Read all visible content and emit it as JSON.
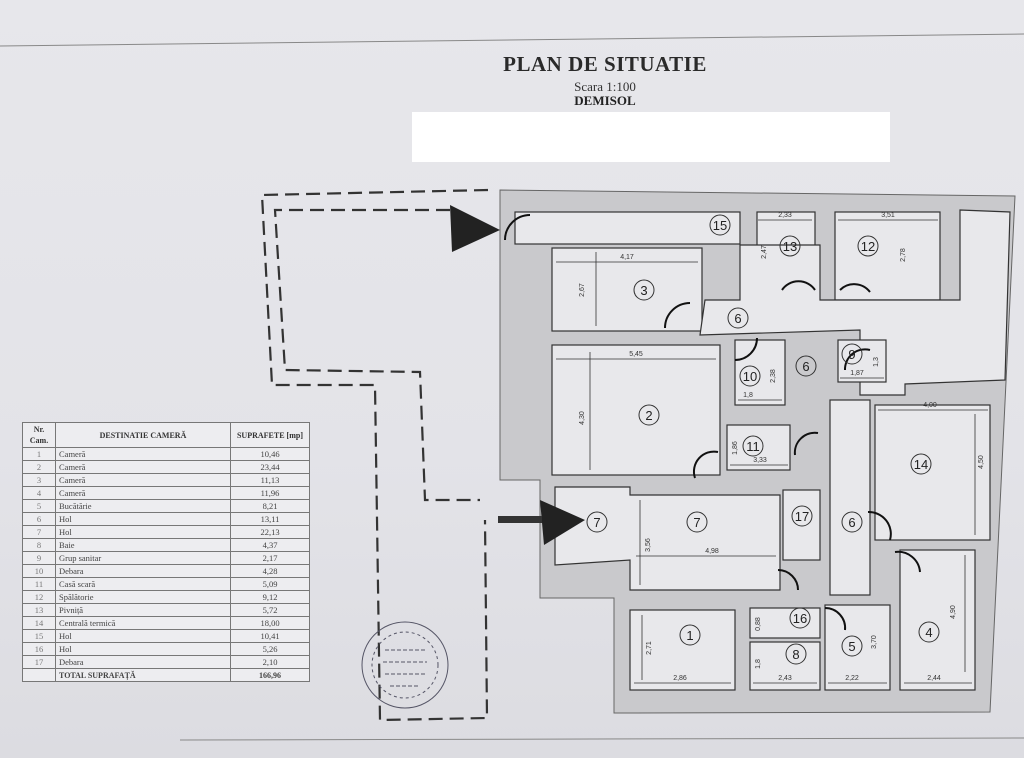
{
  "header": {
    "title": "PLAN DE SITUATIE",
    "scale": "Scara 1:100",
    "level": "DEMISOL"
  },
  "table": {
    "headers": [
      "Nr. Cam.",
      "DESTINATIE CAMERĂ",
      "SUPRAFETE [mp]"
    ],
    "rows": [
      {
        "nr": "1",
        "name": "Cameră",
        "area": "10,46"
      },
      {
        "nr": "2",
        "name": "Cameră",
        "area": "23,44"
      },
      {
        "nr": "3",
        "name": "Cameră",
        "area": "11,13"
      },
      {
        "nr": "4",
        "name": "Cameră",
        "area": "11,96"
      },
      {
        "nr": "5",
        "name": "Bucătărie",
        "area": "8,21"
      },
      {
        "nr": "6",
        "name": "Hol",
        "area": "13,11"
      },
      {
        "nr": "7",
        "name": "Hol",
        "area": "22,13"
      },
      {
        "nr": "8",
        "name": "Baie",
        "area": "4,37"
      },
      {
        "nr": "9",
        "name": "Grup sanitar",
        "area": "2,17"
      },
      {
        "nr": "10",
        "name": "Debara",
        "area": "4,28"
      },
      {
        "nr": "11",
        "name": "Casă scară",
        "area": "5,09"
      },
      {
        "nr": "12",
        "name": "Spălătorie",
        "area": "9,12"
      },
      {
        "nr": "13",
        "name": "Pivniță",
        "area": "5,72"
      },
      {
        "nr": "14",
        "name": "Centrală termică",
        "area": "18,00"
      },
      {
        "nr": "15",
        "name": "Hol",
        "area": "10,41"
      },
      {
        "nr": "16",
        "name": "Hol",
        "area": "5,26"
      },
      {
        "nr": "17",
        "name": "Debara",
        "area": "2,10"
      }
    ],
    "total_label": "TOTAL SUPRAFAȚĂ",
    "total_area": "166,96"
  },
  "plan": {
    "room_labels": [
      "1",
      "2",
      "3",
      "4",
      "5",
      "6",
      "6",
      "6",
      "7",
      "7",
      "8",
      "9",
      "10",
      "11",
      "12",
      "13",
      "14",
      "15",
      "16",
      "17"
    ],
    "dimensions": [
      "2,33",
      "3,51",
      "2,47",
      "2,78",
      "4,17",
      "2,67",
      "5,45",
      "4,30",
      "2,38",
      "1,8",
      "1,87",
      "1,3",
      "4,00",
      "4,50",
      "1,86",
      "3,33",
      "3,56",
      "4,98",
      "3,70",
      "4,90",
      "2,71",
      "2,86",
      "0,88",
      "1,8",
      "2,43",
      "2,22",
      "2,44"
    ]
  }
}
